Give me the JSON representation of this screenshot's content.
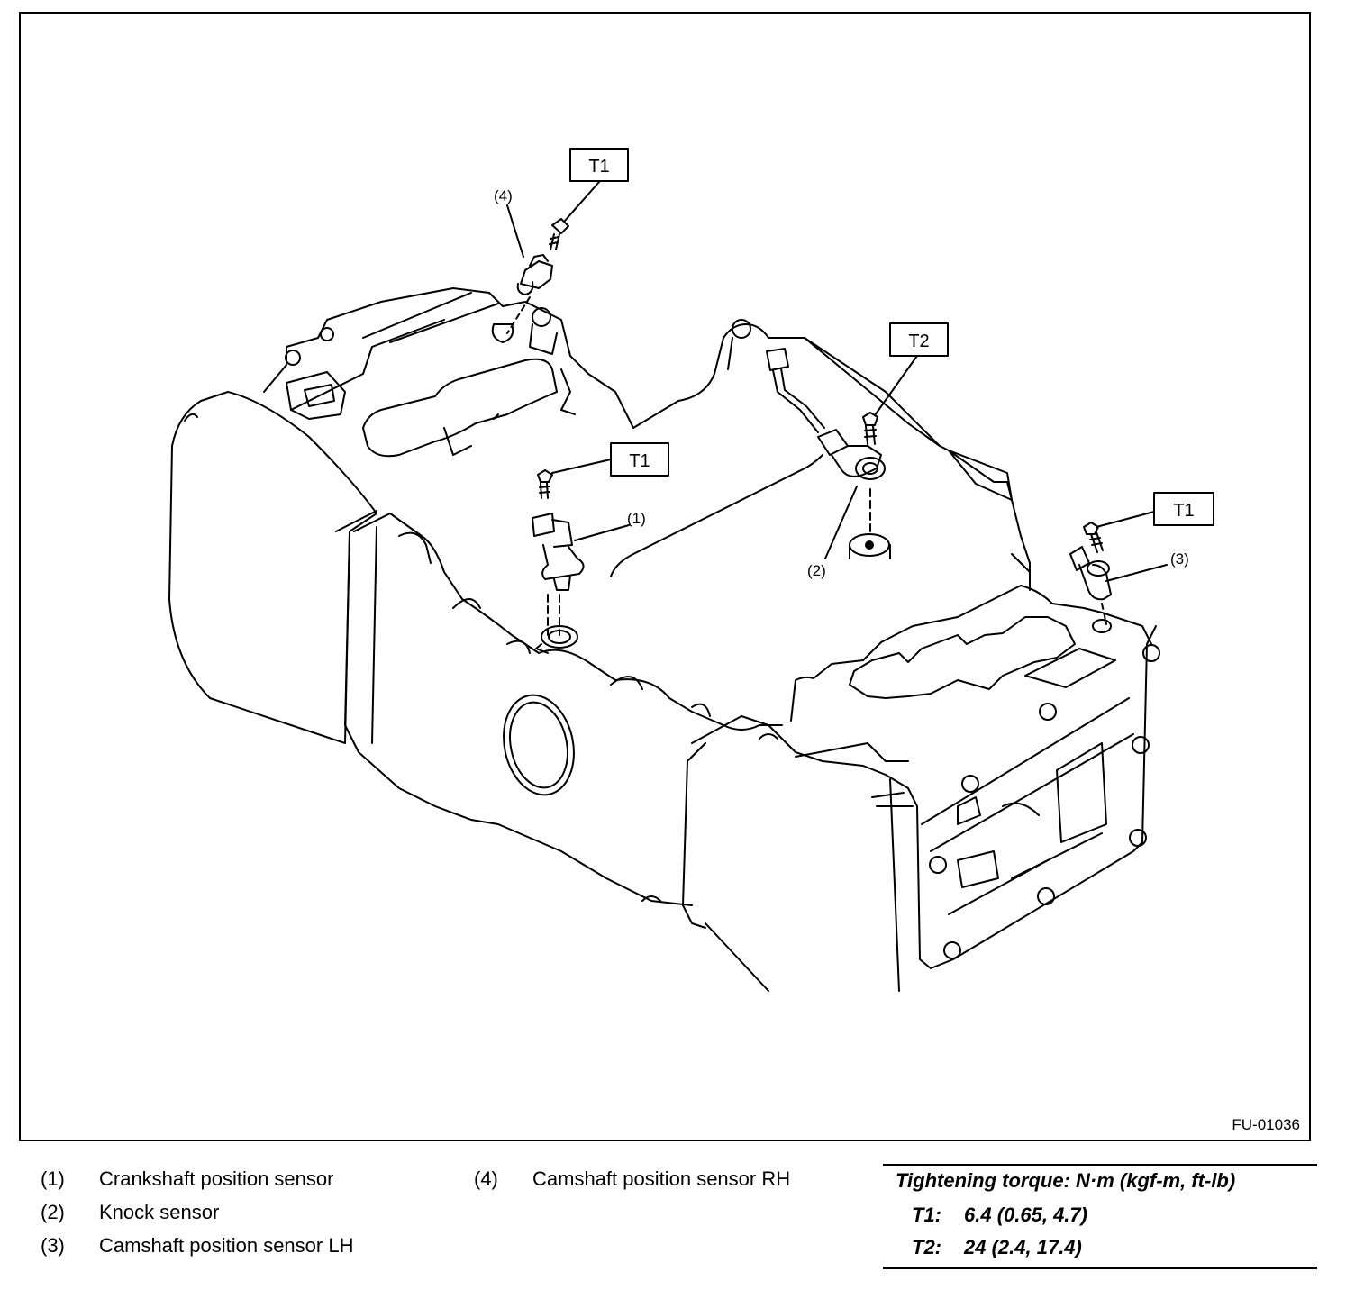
{
  "figure": {
    "id": "FU-01036",
    "callouts": {
      "c1": "(1)",
      "c2": "(2)",
      "c3": "(3)",
      "c4": "(4)"
    },
    "torque_tags": {
      "tag_top": "T1",
      "tag_mid": "T1",
      "tag_right": "T1",
      "tag_knock": "T2"
    }
  },
  "legend": {
    "items": [
      {
        "num": "(1)",
        "label": "Crankshaft position sensor"
      },
      {
        "num": "(2)",
        "label": "Knock sensor"
      },
      {
        "num": "(3)",
        "label": "Camshaft position sensor LH"
      },
      {
        "num": "(4)",
        "label": "Camshaft position sensor RH"
      }
    ]
  },
  "torque": {
    "title": "Tightening torque: N·m (kgf-m, ft-lb)",
    "rows": [
      {
        "key": "T1:",
        "value": "6.4 (0.65, 4.7)"
      },
      {
        "key": "T2:",
        "value": "24 (2.4, 17.4)"
      }
    ]
  }
}
